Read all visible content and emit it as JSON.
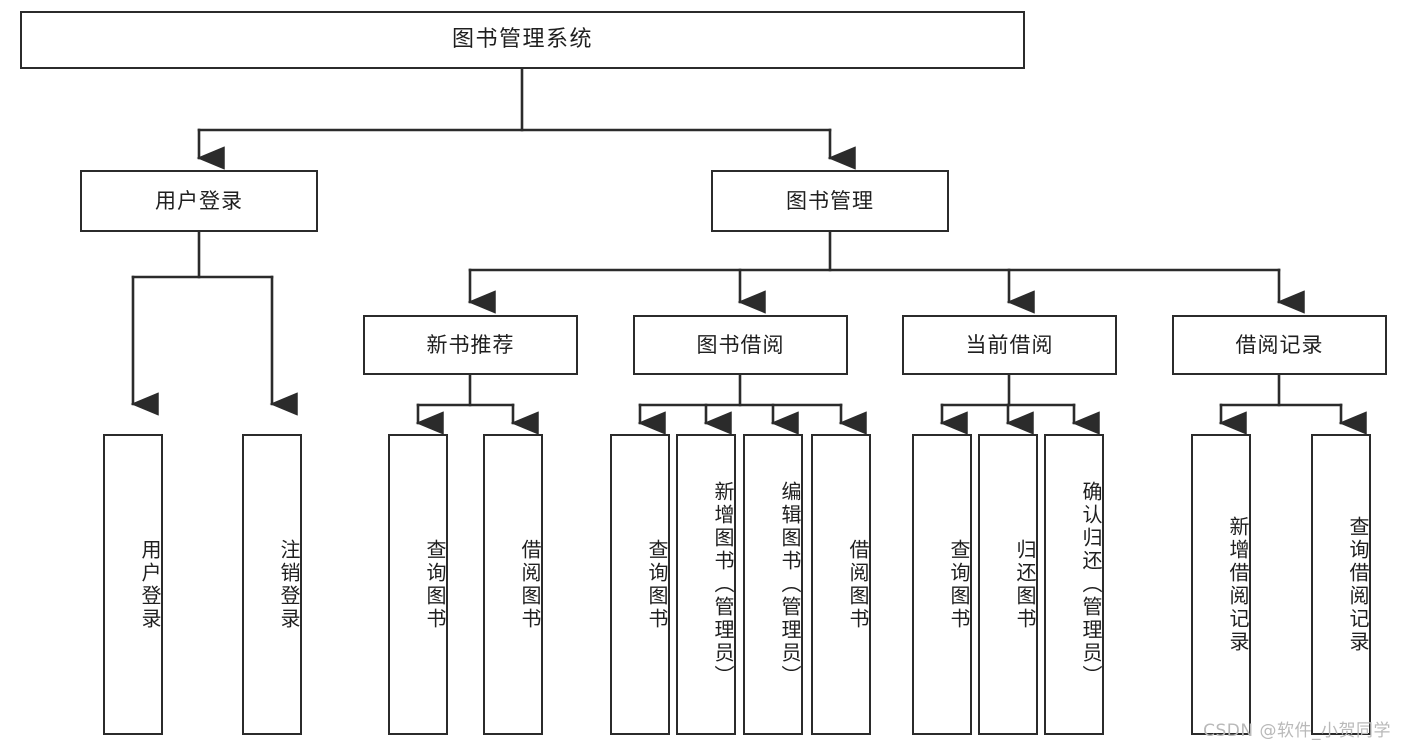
{
  "diagram": {
    "type": "tree-hierarchy",
    "title": "图书管理系统",
    "watermark": "CSDN @软件_小贺同学",
    "colors": {
      "stroke": "#2b2b2b",
      "fill": "#ffffff",
      "text": "#1f1f1f",
      "watermark": "#b9b9b9"
    },
    "levels": {
      "root": {
        "label": "图书管理系统"
      },
      "level2": [
        {
          "label": "用户登录"
        },
        {
          "label": "图书管理"
        }
      ],
      "level3": [
        {
          "label": "新书推荐"
        },
        {
          "label": "图书借阅"
        },
        {
          "label": "当前借阅"
        },
        {
          "label": "借阅记录"
        }
      ],
      "leaves": {
        "user_login": [
          {
            "label": "用户登录"
          },
          {
            "label": "注销登录"
          }
        ],
        "new_book_recommend": [
          {
            "label": "查询图书"
          },
          {
            "label": "借阅图书"
          }
        ],
        "book_borrow": [
          {
            "label": "查询图书"
          },
          {
            "label": "新增图书（管理员）"
          },
          {
            "label": "编辑图书（管理员）"
          },
          {
            "label": "借阅图书"
          }
        ],
        "current_borrow": [
          {
            "label": "查询图书"
          },
          {
            "label": "归还图书"
          },
          {
            "label": "确认归还（管理员）"
          }
        ],
        "borrow_record": [
          {
            "label": "新增借阅记录"
          },
          {
            "label": "查询借阅记录"
          }
        ]
      }
    }
  }
}
